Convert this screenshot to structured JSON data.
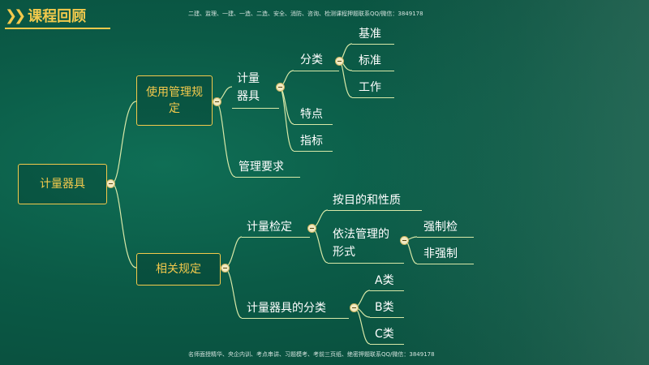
{
  "header": {
    "title": "课程回顾",
    "top_note": "二建、监理、一建、一造、二造、安全、消防、咨询、检测课程押题联系QQ/微信：3849178",
    "bottom_note": "名师面授精华、央企内训、考点串讲、习题模考、考前三页纸、绝密押题联系QQ/微信：3849178"
  },
  "mindmap": {
    "root": "计量器具",
    "branch1": {
      "label": "使用管理规定",
      "sub1": {
        "label": "计量器具",
        "classify": {
          "label": "分类",
          "items": [
            "基准",
            "标准",
            "工作"
          ]
        },
        "feature": "特点",
        "indicator": "指标"
      },
      "sub2": "管理要求"
    },
    "branch2": {
      "label": "相关规定",
      "verify": {
        "label": "计量检定",
        "method": "按目的和性质",
        "legal": {
          "label": "依法管理的形式",
          "items": [
            "强制检",
            "非强制"
          ]
        }
      },
      "categories": {
        "label": "计量器具的分类",
        "items": [
          "A类",
          "B类",
          "C类"
        ]
      }
    }
  },
  "colors": {
    "accent": "#f2c94c",
    "line": "#d8e8a8",
    "background": "#0b5a46"
  }
}
